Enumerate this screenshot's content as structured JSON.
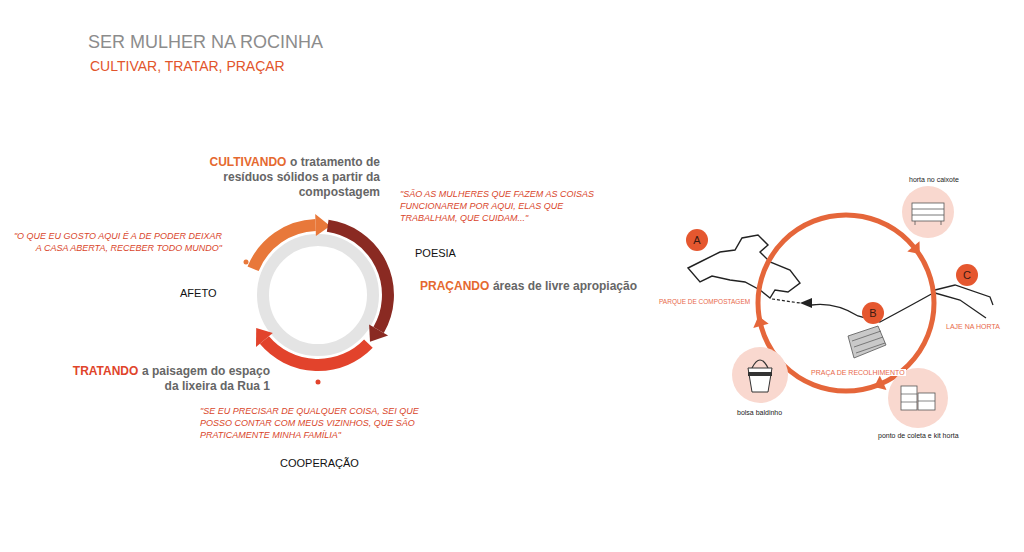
{
  "diagram": {
    "title": "SER MULHER NA ROCINHA",
    "nodes": [
      {
        "text": [
          "A"
        ]
      },
      {
        "text": [
          "B"
        ]
      },
      {
        "text": [
          "C"
        ]
      }
    ],
    "labels": [
      "CULTIVAR, TRATAR, PRAÇAR",
      "CULTIVANDO",
      "o tratamento de resíduos sólidos a partir da compostagem",
      "\"SÃO AS MULHERES QUE FAZEM AS COISAS FUNCIONAREM POR AQUI, ELAS QUE TRABALHAM, QUE CUIDAM...\"",
      "POESIA",
      "PRAÇANDO",
      "áreas de livre apropiação",
      "\"O QUE EU GOSTO AQUI É A DE PODER DEIXAR A CASA ABERTA, RECEBER TODO MUNDO\"",
      "AFETO",
      "TRATANDO",
      "a paisagem do espaço da lixeira da Rua 1",
      "\"SE EU PRECISAR DE QUALQUER COISA, SEI QUE POSSO CONTAR COM MEUS VIZINHOS, QUE SÃO PRATICAMENTE MINHA FAMÍLIA\"",
      "COOPERAÇÃO",
      "PARQUE DE COMPOSTAGEM",
      "horta no caixote",
      "LAJE NA HORTA",
      "PRAÇA DE RECOLHIMENTO",
      "bolsa baldinho",
      "ponto de coleta e kit horta"
    ]
  }
}
